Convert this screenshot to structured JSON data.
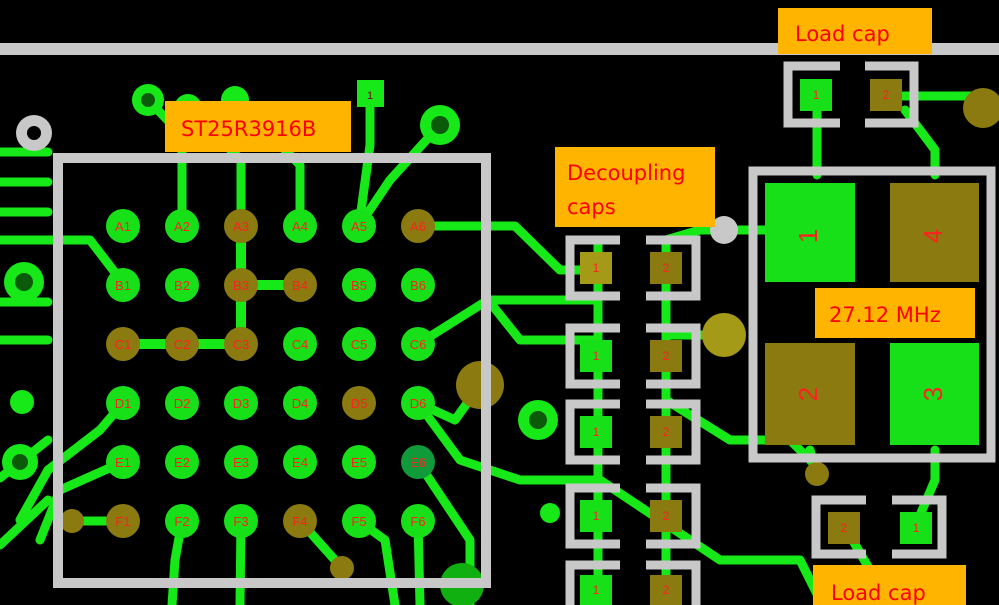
{
  "colors": {
    "background": "#000000",
    "trace": "#17e817",
    "pad_green": "#18e018",
    "pad_olive": "#8a7a10",
    "pad_olive_light": "#a59918",
    "silkscreen": "#c8c8c8",
    "pad_text": "#ff2020",
    "label_bg": "#ffb400",
    "label_text": "#ff0000"
  },
  "annotations": {
    "ic_label": "ST25R3916B",
    "decoupling_line1": "Decoupling",
    "decoupling_line2": "caps",
    "load_cap_top": "Load cap",
    "load_cap_bottom": "Load cap",
    "crystal_freq": "27.12 MHz"
  },
  "bga": {
    "rows": [
      "A",
      "B",
      "C",
      "D",
      "E",
      "F"
    ],
    "cols": [
      "1",
      "2",
      "3",
      "4",
      "5",
      "6"
    ],
    "olive_pads": [
      "A3",
      "A6",
      "B3",
      "B4",
      "C1",
      "C2",
      "C3",
      "D5",
      "F1",
      "F4"
    ],
    "dark_green_pads": [
      "E6"
    ]
  },
  "cap_pad_labels": {
    "one": "1",
    "two": "2"
  },
  "crystal_pads": {
    "p1": "1",
    "p2": "2",
    "p3": "3",
    "p4": "4"
  },
  "test_pad_label": "1"
}
